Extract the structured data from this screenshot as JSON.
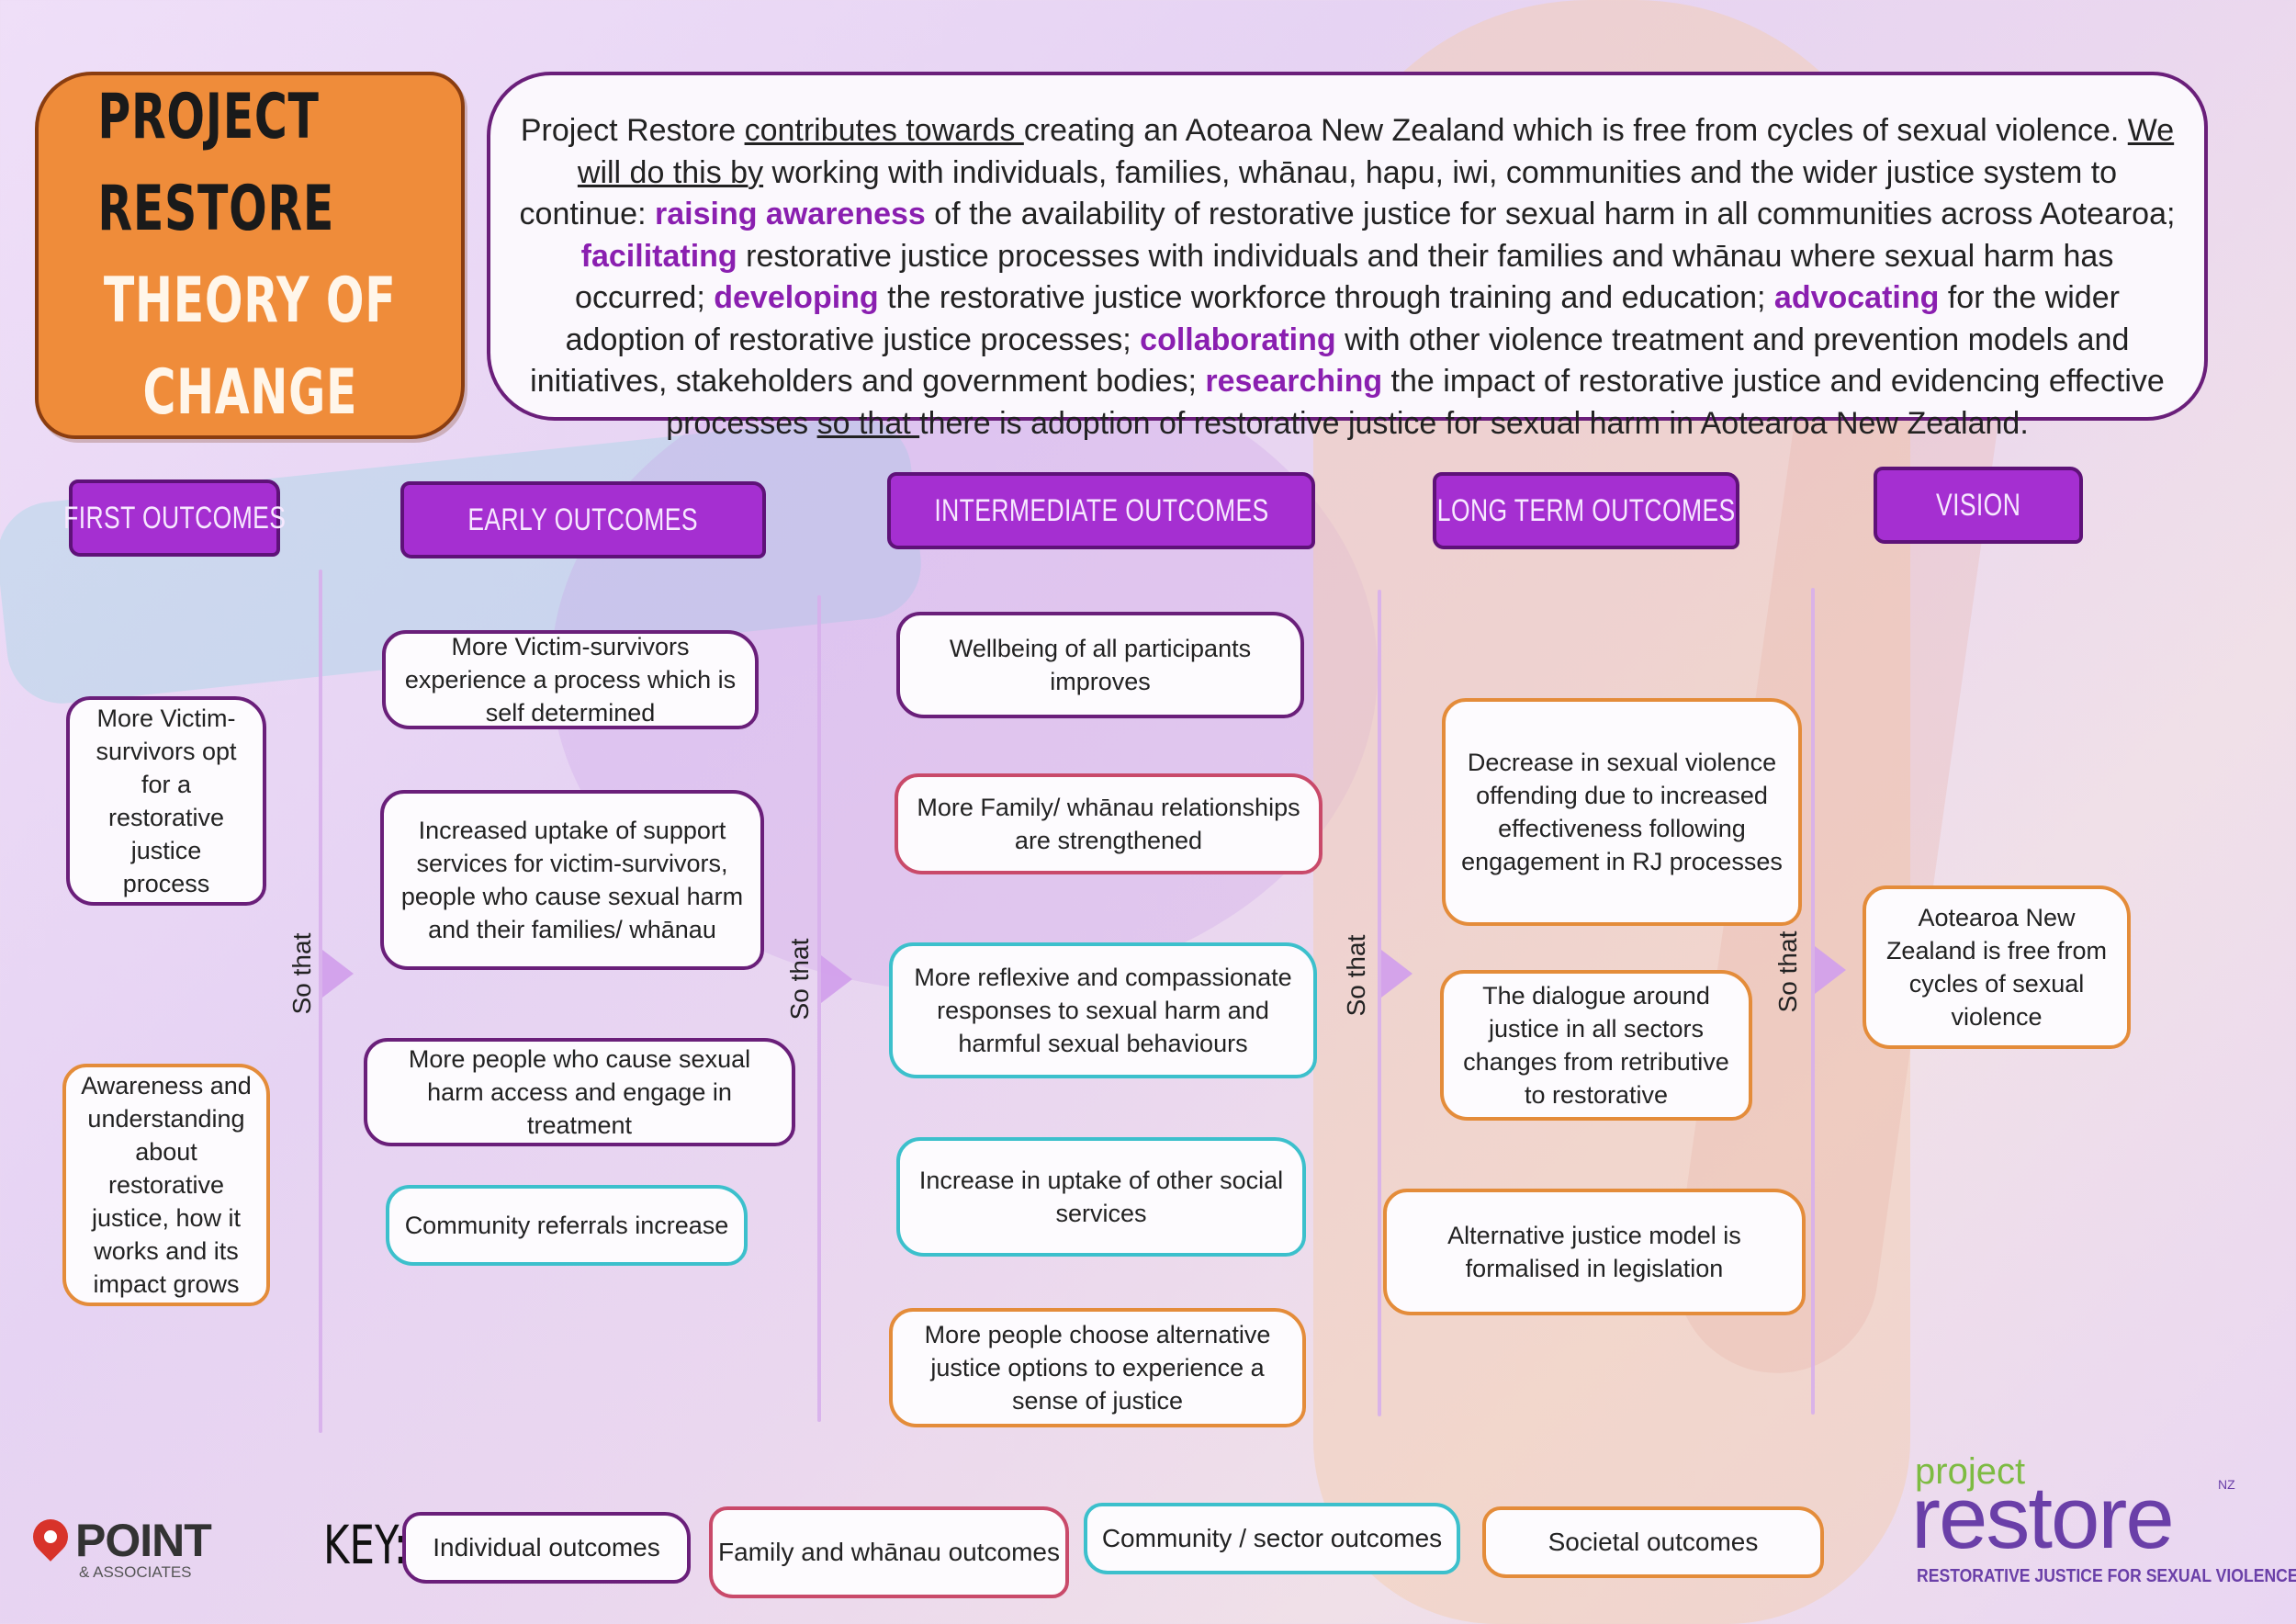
{
  "title": {
    "line1": "PROJECT RESTORE",
    "line2": "THEORY OF",
    "line3": "CHANGE"
  },
  "intro": {
    "t1": "Project Restore ",
    "u1": "contributes towards ",
    "t2": "creating an Aotearoa New Zealand which is free from cycles of sexual violence. ",
    "u2": "We will do this by",
    "t3": " working with individuals, families, whānau, hapu, iwi, communities and the wider justice system to continue: ",
    "k1": "raising awareness",
    "t4": " of the availability of restorative justice for sexual harm in all communities across Aotearoa; ",
    "k2": "facilitating",
    "t5": " restorative justice processes with individuals and their families and whānau where sexual harm has occurred; ",
    "k3": "developing",
    "t6": " the restorative justice workforce through training and education; ",
    "k4": "advocating",
    "t7": " for the wider adoption of restorative justice processes; ",
    "k5": "collaborating",
    "t8": " with other violence treatment and prevention models and initiatives, stakeholders and government bodies; ",
    "k6": "researching",
    "t9": " the impact of restorative justice and evidencing effective processes ",
    "u3": "so that ",
    "t10": "there is adoption of restorative justice for sexual harm in Aotearoa New Zealand."
  },
  "columns": {
    "first": "FIRST OUTCOMES",
    "early": "EARLY OUTCOMES",
    "intermediate": "INTERMEDIATE OUTCOMES",
    "long_term": "LONG TERM OUTCOMES",
    "vision": "VISION"
  },
  "first_outcomes": [
    "More Victim-survivors opt for a restorative justice process",
    "Awareness and understanding about restorative justice, how it works and its impact grows"
  ],
  "early_outcomes": [
    "More Victim-survivors experience a process which is self determined",
    "Increased uptake of support services for victim-survivors, people who cause sexual harm and their families/ whānau",
    "More people who cause sexual harm access and engage in treatment",
    "Community referrals increase"
  ],
  "intermediate_outcomes": [
    "Wellbeing of all participants improves",
    "More Family/ whānau relationships are strengthened",
    "More reflexive and compassionate responses to sexual harm and harmful sexual behaviours",
    "Increase in uptake of other social services",
    "More people choose alternative justice options to experience a sense of justice"
  ],
  "long_term_outcomes": [
    "Decrease in sexual violence offending due to increased effectiveness following engagement in RJ processes",
    "The dialogue around justice in all sectors changes from retributive to restorative",
    "Alternative justice model is formalised in legislation"
  ],
  "vision": "Aotearoa New Zealand is free from cycles of sexual violence",
  "connector": "So that",
  "key": {
    "label": "KEY:",
    "individual": "Individual outcomes",
    "family": "Family and whānau outcomes",
    "community": "Community / sector outcomes",
    "societal": "Societal outcomes"
  },
  "logos": {
    "point_name": "POINT",
    "point_sub": "& ASSOCIATES",
    "restore_project": "project",
    "restore_name": "restore",
    "restore_nz": "NZ",
    "restore_tagline": "RESTORATIVE JUSTICE FOR SEXUAL VIOLENCE"
  },
  "colors": {
    "individual": "#6a1f7a",
    "family": "#c94a6a",
    "community": "#3cc0cc",
    "societal": "#e48c3a",
    "header": "#a52fd1",
    "title_bg": "#ef8c3a"
  }
}
